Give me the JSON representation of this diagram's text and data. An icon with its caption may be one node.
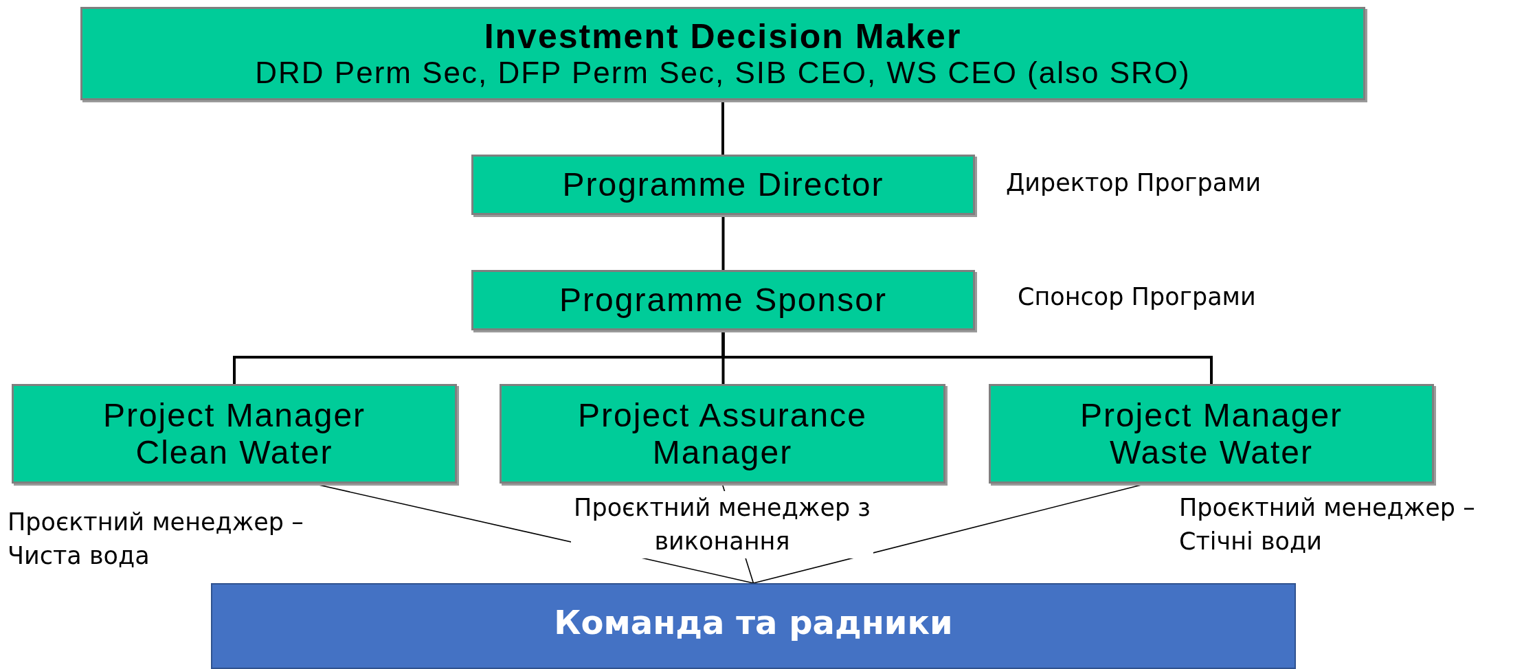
{
  "diagram": {
    "nodes": [
      {
        "text": [
          "Investment Decision Maker",
          "DRD Perm Sec, DFP Perm Sec, SIB CEO, WS CEO (also SRO)"
        ]
      },
      {
        "text": [
          "Programme Director"
        ],
        "beside": [
          "Директор Програми"
        ]
      },
      {
        "text": [
          "Programme Sponsor"
        ],
        "beside": [
          "Спонсор Програми"
        ]
      },
      {
        "text": [
          "Project Manager Clean Water"
        ],
        "beside": [
          "Проєктний менеджер – Чиста вода"
        ]
      },
      {
        "text": [
          "Project Assurance Manager"
        ],
        "beside": [
          "Проєктний менеджер з виконання"
        ]
      },
      {
        "text": [
          "Project Manager Waste Water"
        ],
        "beside": [
          "Проєктний менеджер – Стічні води"
        ]
      },
      {
        "text": [
          "Команда та радники"
        ]
      }
    ],
    "edges": [
      {
        "from": 0,
        "to": 1,
        "arrow": "none"
      },
      {
        "from": 1,
        "to": 2,
        "arrow": "none"
      },
      {
        "from": 2,
        "to": 3,
        "arrow": "none"
      },
      {
        "from": 2,
        "to": 4,
        "arrow": "none"
      },
      {
        "from": 2,
        "to": 5,
        "arrow": "none"
      },
      {
        "from": 3,
        "to": 6,
        "arrow": "none"
      },
      {
        "from": 4,
        "to": 6,
        "arrow": "none"
      },
      {
        "from": 5,
        "to": 6,
        "arrow": "none"
      }
    ]
  }
}
